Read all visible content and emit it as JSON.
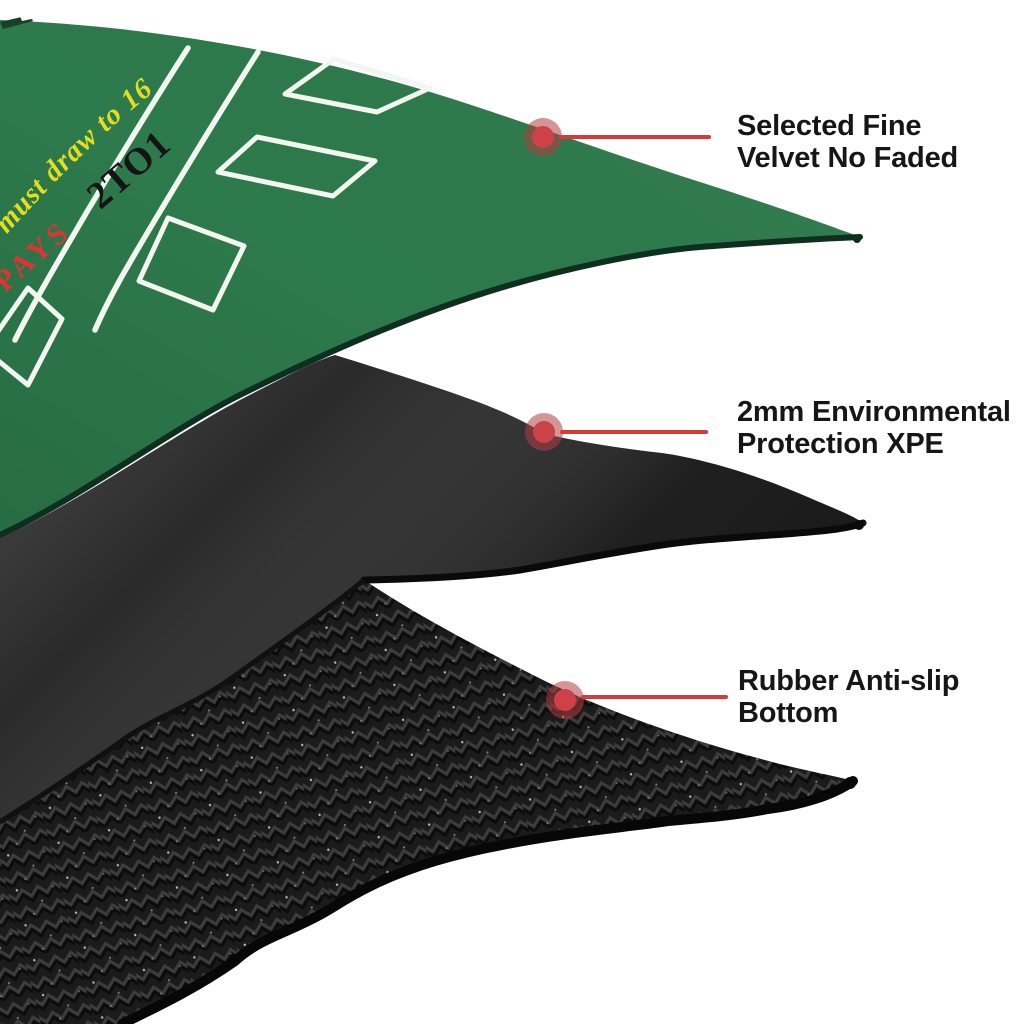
{
  "page": {
    "background": "#ffffff"
  },
  "mat": {
    "draw_rule": "must draw to 16",
    "pays": "PAYS",
    "payout": "2TO1"
  },
  "colors": {
    "page_bg": "#ffffff",
    "felt_green": "#2d7a4c",
    "felt_edge": "#0e2f1d",
    "line_white": "#f3f6f0",
    "text_yellow": "#e3de1f",
    "text_red": "#e23333",
    "text_black": "#141414",
    "xpe_gray": "#2a2a2a",
    "xpe_edge": "#0a0a0a",
    "rubber_black": "#1b1b1b",
    "rubber_edge": "#070707",
    "callout_red": "#d53b3e",
    "dot_red": "#cc4247",
    "label_text": "#161616"
  },
  "callouts": [
    {
      "id": "velvet",
      "lines": [
        "Selected Fine",
        "Velvet No Faded"
      ]
    },
    {
      "id": "xpe",
      "lines": [
        "2mm Environmental",
        "Protection XPE"
      ]
    },
    {
      "id": "rubber",
      "lines": [
        "Rubber Anti-slip",
        "Bottom"
      ]
    }
  ]
}
